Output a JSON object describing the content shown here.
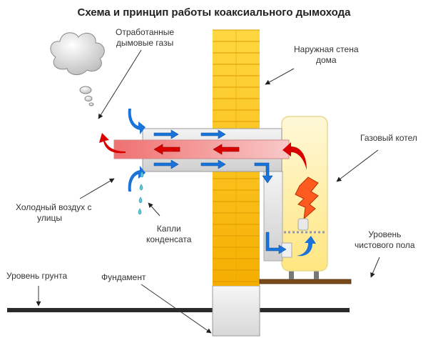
{
  "title": "Схема и принцип работы коаксиального дымохода",
  "labels": {
    "exhaust_gases": [
      "Отработанные",
      "дымовые газы"
    ],
    "outer_wall": [
      "Наружная стена",
      "дома"
    ],
    "gas_boiler": "Газовый котел",
    "cold_air": [
      "Холодный воздух с",
      "улицы"
    ],
    "condensate": [
      "Капли",
      "конденсата"
    ],
    "floor_level": [
      "Уровень",
      "чистового пола"
    ],
    "ground_level": "Уровень грунта",
    "foundation": "Фундамент"
  },
  "colors": {
    "brick": "#f7b500",
    "brick_light": "#ffd740",
    "hot_gas": "#f08080",
    "hot_arrow": "#d90000",
    "cold_arrow": "#1a73d9",
    "pipe_outer": "#e0e0e0",
    "boiler": "#fff2b0",
    "flame": "#ff5a1f",
    "floor": "#7a4a1a",
    "ground": "#2a2a2a",
    "drop": "#5cc8d8"
  }
}
